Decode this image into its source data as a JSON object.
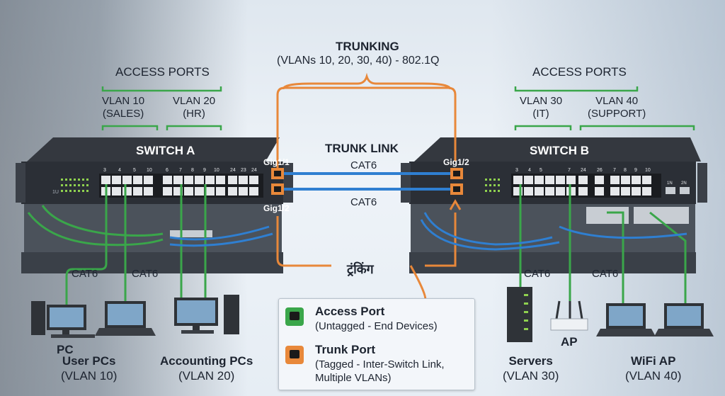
{
  "trunking": {
    "title": "TRUNKING",
    "subtitle": "(VLANs 10, 20, 30, 40) - 802.1Q",
    "link_label": "TRUNK LINK",
    "hindi": "ट्रंकिंग"
  },
  "switch_a": {
    "title": "SWITCH A",
    "access_ports_label": "ACCESS PORTS",
    "vlan_groups": [
      {
        "line1": "VLAN 10",
        "line2": "(SALES)"
      },
      {
        "line1": "VLAN 20",
        "line2": "(HR)"
      }
    ],
    "port_labels": [
      "3",
      "4",
      "5",
      "10",
      "6",
      "7",
      "8",
      "9",
      "10",
      "24",
      "23",
      "24"
    ],
    "rack_unit": "1U",
    "trunk_ports": [
      "Gig1/1",
      "Gig1/2"
    ]
  },
  "switch_b": {
    "title": "SWITCH B",
    "access_ports_label": "ACCESS PORTS",
    "vlan_groups": [
      {
        "line1": "VLAN 30",
        "line2": "(IT)"
      },
      {
        "line1": "VLAN 40",
        "line2": "(SUPPORT)"
      }
    ],
    "port_labels": [
      "3",
      "4",
      "5",
      "7",
      "24",
      "26",
      "7",
      "8",
      "9",
      "10"
    ],
    "sfp_labels": [
      "1N",
      "2N"
    ],
    "trunk_port": "Gig1/2"
  },
  "cables": [
    "CAT6",
    "CAT6",
    "CAT6",
    "CAT6",
    "CAT6",
    "CAT6"
  ],
  "devices": {
    "pc": "PC",
    "user_pcs": {
      "line1": "User PCs",
      "line2": "(VLAN 10)"
    },
    "accounting_pcs": {
      "line1": "Accounting PCs",
      "line2": "(VLAN 20)"
    },
    "servers": {
      "line1": "Servers",
      "line2": "(VLAN 30)"
    },
    "ap": "AP",
    "wifi_ap": {
      "line1": "WiFi AP",
      "line2": "(VLAN 40)"
    }
  },
  "legend": {
    "access": {
      "title": "Access Port",
      "desc": "(Untagged - End Devices)",
      "color": "#3aa64a"
    },
    "trunk": {
      "title": "Trunk Port",
      "desc1": "(Tagged - Inter-Switch Link,",
      "desc2": "Multiple VLANs)",
      "color": "#e8883a"
    }
  },
  "colors": {
    "access": "#3aa64a",
    "trunk": "#e8883a",
    "cable_blue": "#2f7fd1",
    "switch": "#2b2f36"
  }
}
